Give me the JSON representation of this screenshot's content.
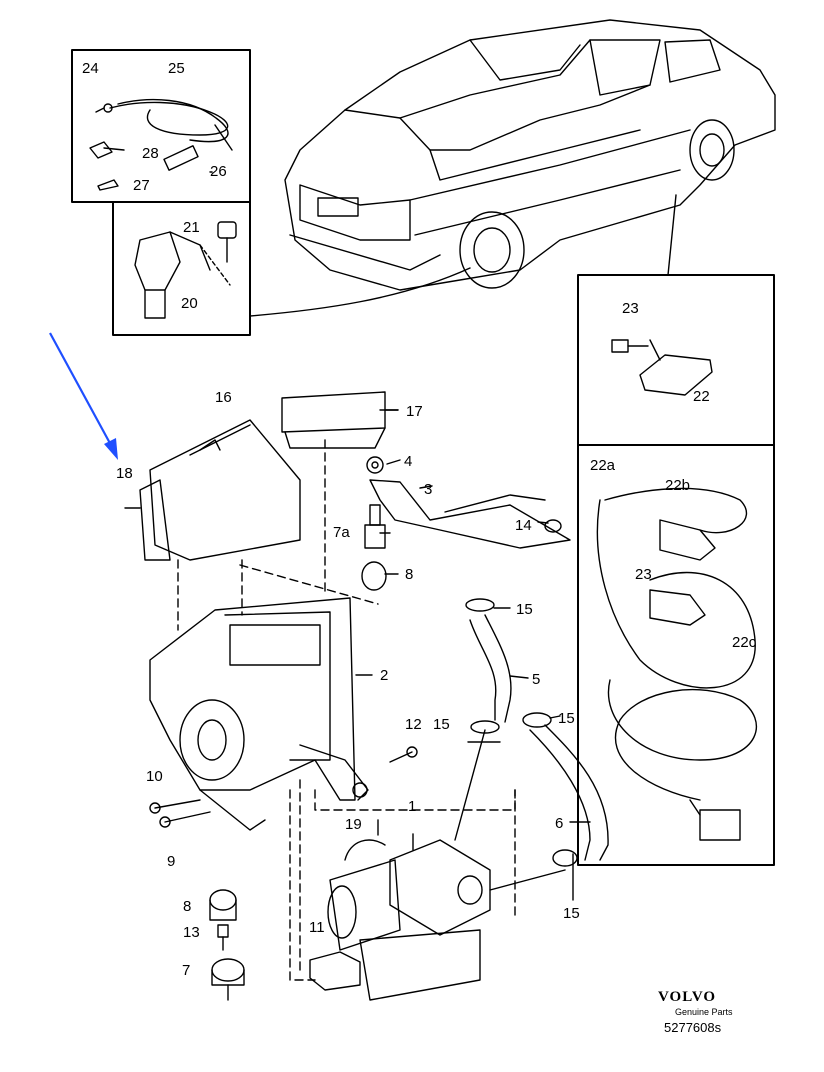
{
  "callouts": {
    "c1": "1",
    "c2": "2",
    "c3": "3",
    "c4": "4",
    "c5": "5",
    "c6": "6",
    "c7": "7",
    "c7a": "7a",
    "c8a": "8",
    "c8b": "8",
    "c9": "9",
    "c10": "10",
    "c11": "11",
    "c12": "12",
    "c13": "13",
    "c14": "14",
    "c15a": "15",
    "c15b": "15",
    "c15c": "15",
    "c15d": "15",
    "c16": "16",
    "c17": "17",
    "c18": "18",
    "c19": "19",
    "c20": "20",
    "c21": "21",
    "c22": "22",
    "c22a": "22a",
    "c22b": "22b",
    "c22c": "22c",
    "c23a": "23",
    "c23b": "23",
    "c24": "24",
    "c25": "25",
    "c26": "26",
    "c27": "27",
    "c28": "28"
  },
  "footer": {
    "brand": "VOLVO",
    "tagline": "Genuine Parts",
    "code": "5277608s"
  },
  "colors": {
    "pointer_arrow": "#1f4fff",
    "line": "#000000"
  }
}
